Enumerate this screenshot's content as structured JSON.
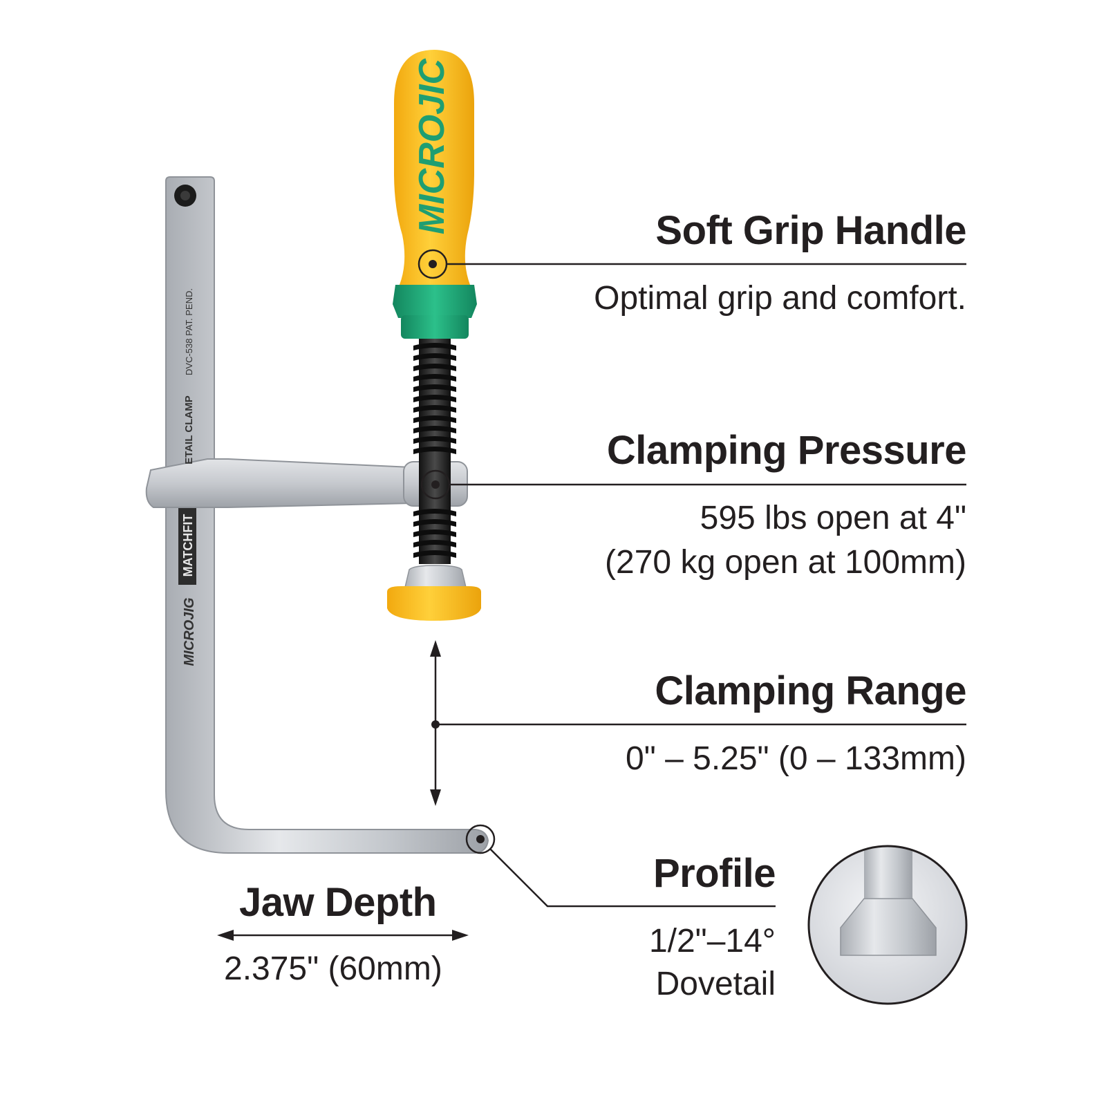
{
  "brand": {
    "handle_logo": "MICROJIC",
    "bar_logo": "MICROJIG",
    "bar_badge": "MATCHFIT",
    "bar_text_1": "ETAIL CLAMP",
    "bar_text_2": "DVC-538 PAT. PEND."
  },
  "callouts": {
    "handle": {
      "title": "Soft Grip Handle",
      "desc": "Optimal grip and comfort."
    },
    "pressure": {
      "title": "Clamping Pressure",
      "desc_line1": "595 lbs open at 4\"",
      "desc_line2": "(270 kg open at 100mm)"
    },
    "range": {
      "title": "Clamping Range",
      "desc": "0\" – 5.25\" (0 – 133mm)"
    },
    "profile": {
      "title": "Profile",
      "desc_line1": "1/2\"–14°",
      "desc_line2": "Dovetail"
    },
    "jaw": {
      "title": "Jaw Depth",
      "desc": "2.375\" (60mm)"
    }
  },
  "colors": {
    "handle_yellow": "#f9c01a",
    "handle_green": "#1fa877",
    "steel": "#c9ccd1",
    "line": "#231f20"
  }
}
